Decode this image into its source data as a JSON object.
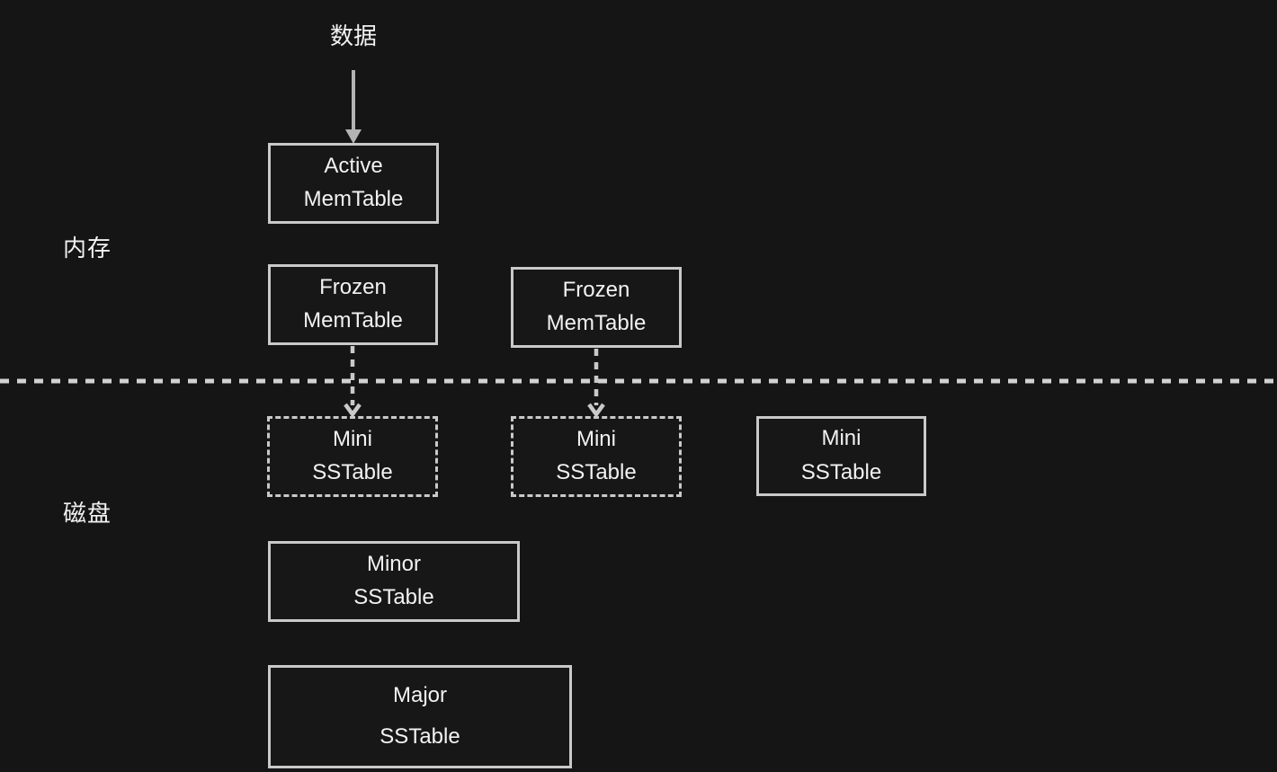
{
  "diagram": {
    "title_implied": "LSM-tree write path",
    "colors": {
      "background": "#151515",
      "node_border": "#c9c9c9",
      "node_fill": "#171717",
      "text": "#f2f2f2",
      "arrow": "#b3b3b3",
      "divider": "#d2d2d2"
    },
    "labels": {
      "data_source": "数据",
      "memory_region": "内存",
      "disk_region": "磁盘"
    },
    "nodes": {
      "active_memtable": {
        "line1": "Active",
        "line2": "MemTable",
        "border": "solid"
      },
      "frozen_memtable_1": {
        "line1": "Frozen",
        "line2": "MemTable",
        "border": "solid"
      },
      "frozen_memtable_2": {
        "line1": "Frozen",
        "line2": "MemTable",
        "border": "solid"
      },
      "mini_sstable_1": {
        "line1": "Mini",
        "line2": "SSTable",
        "border": "dashed"
      },
      "mini_sstable_2": {
        "line1": "Mini",
        "line2": "SSTable",
        "border": "dashed"
      },
      "mini_sstable_3": {
        "line1": "Mini",
        "line2": "SSTable",
        "border": "solid"
      },
      "minor_sstable": {
        "line1": "Minor",
        "line2": "SSTable",
        "border": "solid"
      },
      "major_sstable": {
        "line1": "Major",
        "line2": "SSTable",
        "border": "solid"
      }
    },
    "edges": [
      {
        "from": "data_source",
        "to": "active_memtable",
        "style": "solid-arrow"
      },
      {
        "from": "frozen_memtable_1",
        "to": "mini_sstable_1",
        "style": "dashed-arrow"
      },
      {
        "from": "frozen_memtable_2",
        "to": "mini_sstable_2",
        "style": "dashed-arrow"
      }
    ],
    "divider": {
      "style": "dashed",
      "orientation": "horizontal",
      "separates": [
        "内存",
        "磁盘"
      ]
    }
  }
}
